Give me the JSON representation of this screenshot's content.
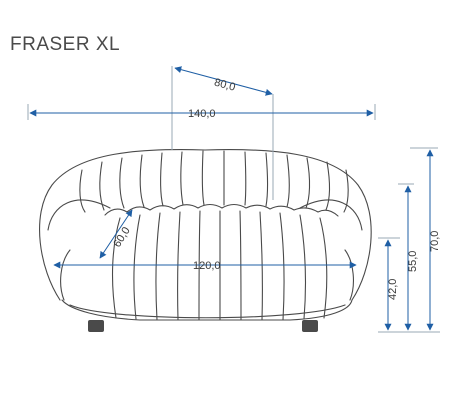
{
  "product": {
    "name": "FRASER XL"
  },
  "dimensions": {
    "depth": "80,0",
    "width": "140,0",
    "seat_width": "120,0",
    "seat_depth": "60,0",
    "seat_height": "42,0",
    "armrest_height": "55,0",
    "total_height": "70,0"
  },
  "colors": {
    "arrow": "#1f5fa5",
    "dimension_line": "#9aa9b6",
    "outline": "#4a4a4a",
    "text": "#3b3b3b"
  }
}
